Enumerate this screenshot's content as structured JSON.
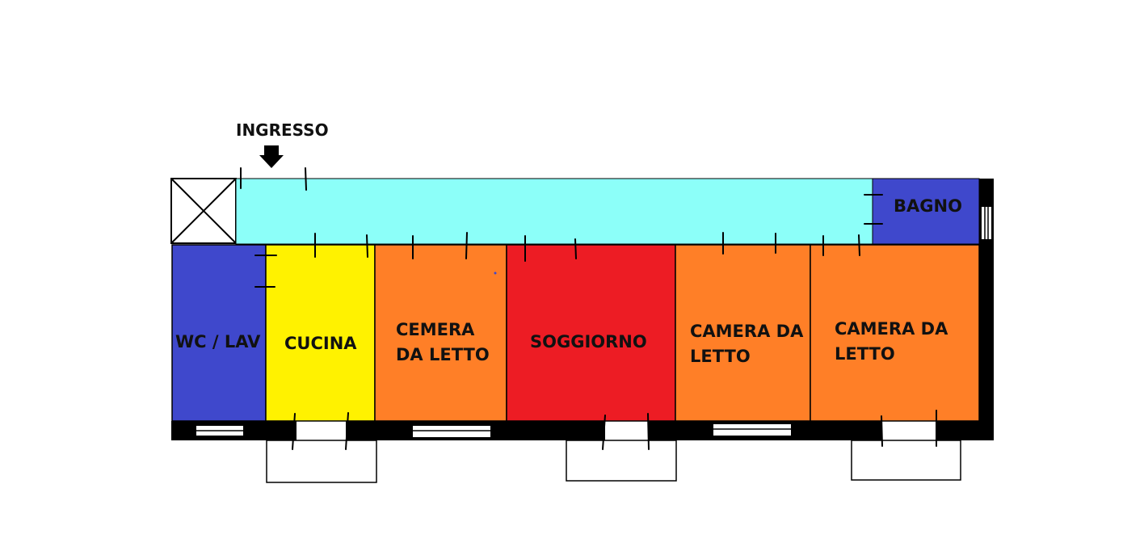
{
  "entrance": {
    "label": "INGRESSO"
  },
  "rooms": {
    "corridor": {
      "label": ""
    },
    "bagno": {
      "label": "BAGNO"
    },
    "wc": {
      "label": "WC / LAV"
    },
    "cucina": {
      "label": "CUCINA"
    },
    "camera1": {
      "line1": "CEMERA",
      "line2": "DA LETTO"
    },
    "soggiorno": {
      "label": "SOGGIORNO"
    },
    "camera2": {
      "line1": "CAMERA DA",
      "line2": "LETTO"
    },
    "camera3": {
      "line1": "CAMERA DA",
      "line2": "LETTO"
    }
  },
  "colors": {
    "corridor": "#8cfff9",
    "bagno": "#3f48cc",
    "wc": "#3f48cc",
    "cucina": "#fff200",
    "camera": "#ff7f27",
    "soggiorno": "#ed1c24",
    "wall": "#000000"
  },
  "icons": {
    "entrance_arrow": "arrow-down-icon",
    "stairwell": "x-box-icon"
  }
}
